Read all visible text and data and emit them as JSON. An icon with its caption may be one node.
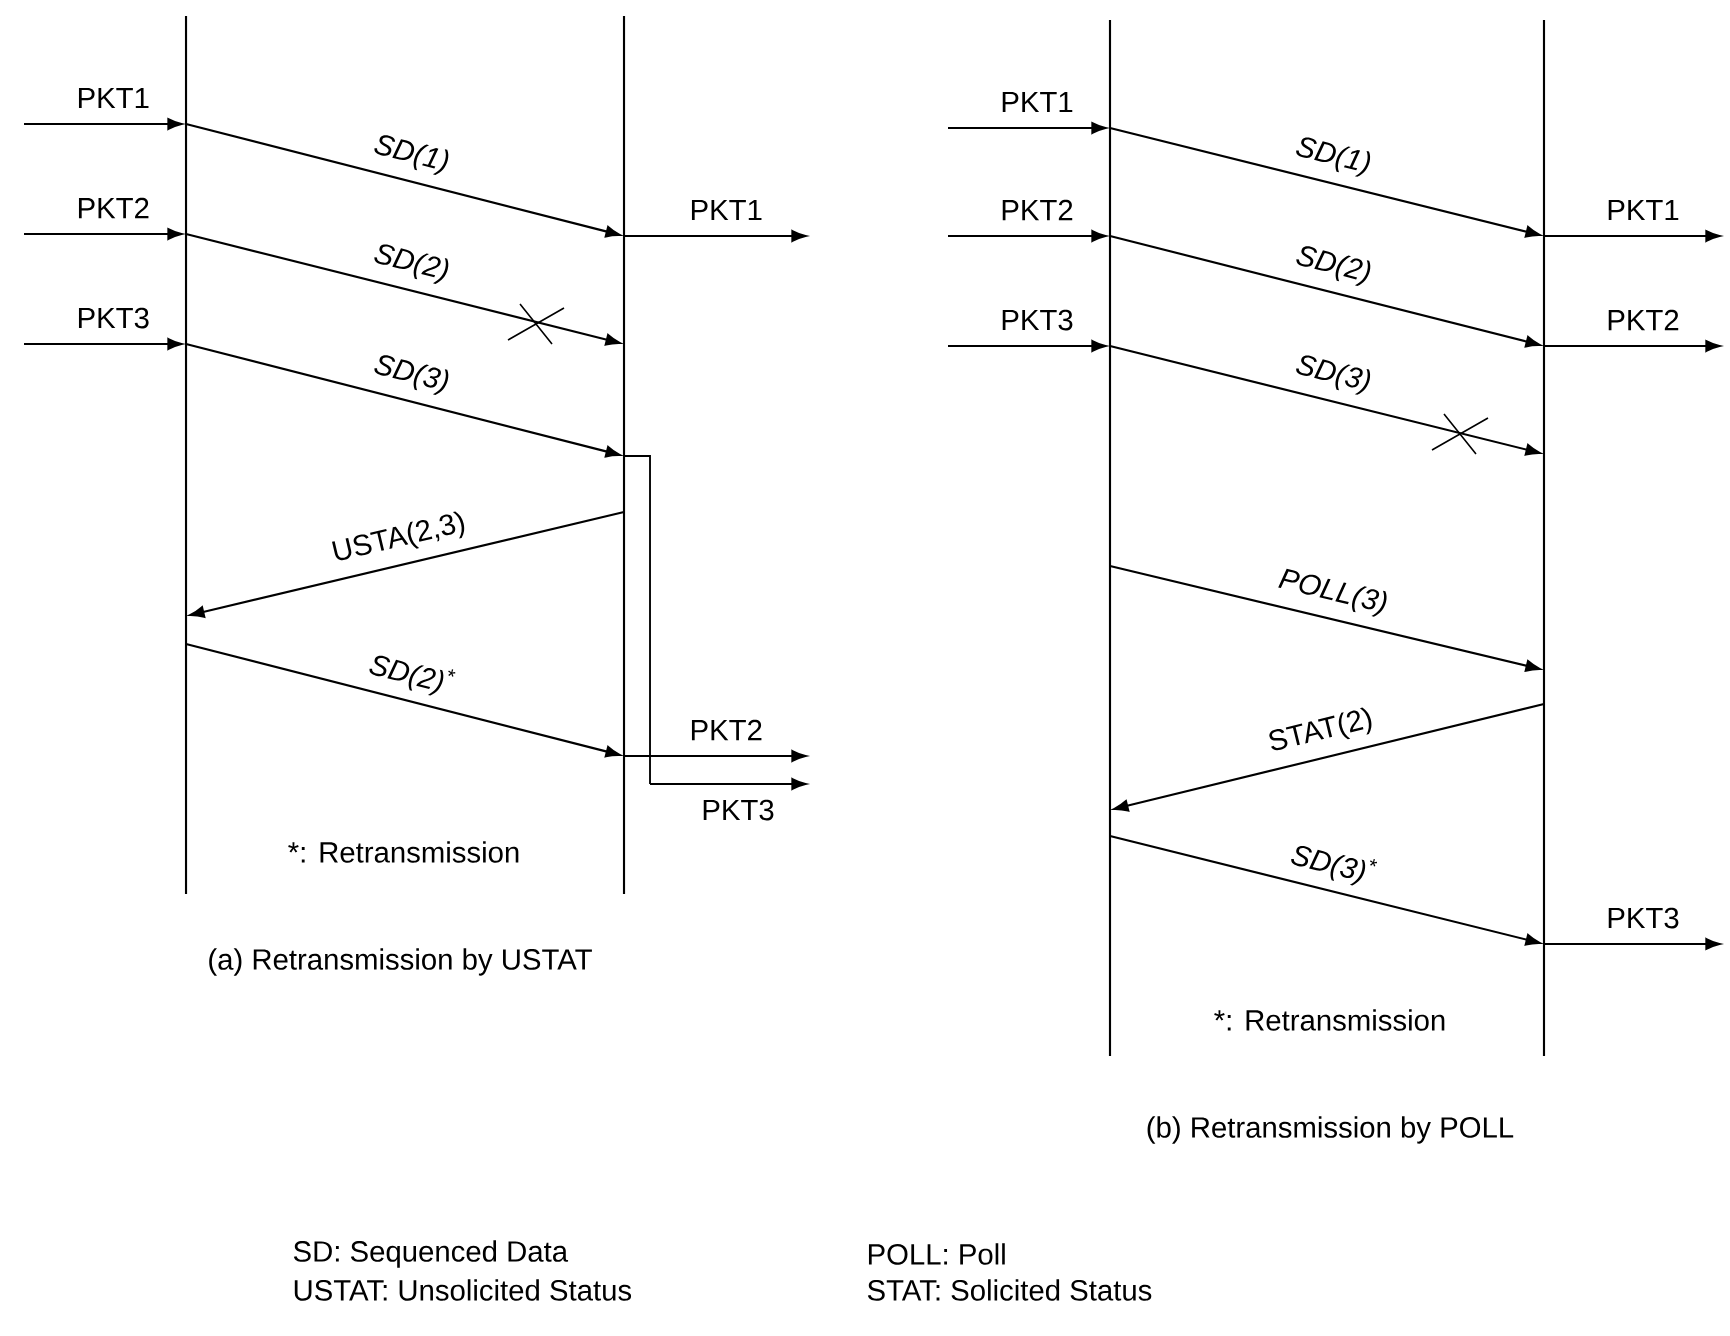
{
  "diagram": {
    "nodes": [
      {
        "text": [],
        "shape": "line"
      },
      {
        "text": [],
        "shape": "line"
      },
      {
        "text": [],
        "shape": "line"
      },
      {
        "text": [],
        "shape": "line"
      }
    ],
    "edges": [
      {
        "from": null,
        "to": 0,
        "arrow": "to",
        "label": "PKT1"
      },
      {
        "from": 0,
        "to": 1,
        "arrow": "to",
        "label": "SD(1)"
      },
      {
        "from": 1,
        "to": null,
        "arrow": "to",
        "label": "PKT1"
      },
      {
        "from": null,
        "to": 0,
        "arrow": "to",
        "label": "PKT2"
      },
      {
        "from": 0,
        "to": 1,
        "arrow": "to",
        "label": "SD(2)"
      },
      {
        "from": null,
        "to": 0,
        "arrow": "to",
        "label": "PKT3"
      },
      {
        "from": 0,
        "to": 1,
        "arrow": "to",
        "label": "SD(3)"
      },
      {
        "from": 1,
        "to": 0,
        "arrow": "to",
        "label": "USTA(2,3)"
      },
      {
        "from": 0,
        "to": 1,
        "arrow": "to",
        "label": "SD(2)$^{*}$"
      },
      {
        "from": 1,
        "to": null,
        "arrow": "to",
        "label": "PKT2"
      },
      {
        "from": 1,
        "to": null,
        "arrow": "to",
        "label": "PKT3"
      },
      {
        "from": null,
        "to": 2,
        "arrow": "to",
        "label": "PKT1"
      },
      {
        "from": 2,
        "to": 3,
        "arrow": "to",
        "label": "SD(1)"
      },
      {
        "from": 3,
        "to": null,
        "arrow": "to",
        "label": "PKT1"
      },
      {
        "from": null,
        "to": 2,
        "arrow": "to",
        "label": "PKT2"
      },
      {
        "from": 2,
        "to": 3,
        "arrow": "to",
        "label": "SD(2)"
      },
      {
        "from": 3,
        "to": null,
        "arrow": "to",
        "label": "PKT2"
      },
      {
        "from": null,
        "to": 2,
        "arrow": "to",
        "label": "PKT3"
      },
      {
        "from": 2,
        "to": 3,
        "arrow": "to",
        "label": "SD(3)"
      },
      {
        "from": 2,
        "to": 3,
        "arrow": "to",
        "label": "POLL(3)"
      },
      {
        "from": 3,
        "to": 2,
        "arrow": "to",
        "label": "STAT(2)"
      },
      {
        "from": 2,
        "to": 3,
        "arrow": "to",
        "label": "SD(3)$^{*}$"
      },
      {
        "from": 3,
        "to": null,
        "arrow": "to",
        "label": "PKT3"
      }
    ],
    "labels": [
      "*: Retransmission",
      "(a) Retransmission by USTAT",
      "*: Retransmission",
      "(b) Retransmission by POLL",
      "SD: Sequenced Data",
      "POLL: Poll",
      "USTAT: Unsolicited Status",
      "STAT: Solicited Status"
    ]
  }
}
